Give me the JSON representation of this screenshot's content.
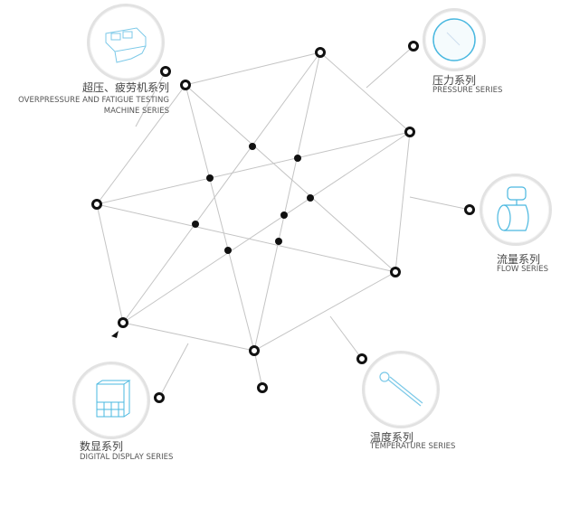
{
  "categories": [
    {
      "id": "machine",
      "cn": "超压、疲劳机系列",
      "en1": "OVERPRESSURE AND FATIGUE TESTING",
      "en2": "MACHINE SERIES",
      "icon": "test-machine-icon"
    },
    {
      "id": "pressure",
      "cn": "压力系列",
      "en1": "PRESSURE SERIES",
      "icon": "pressure-gauge-icon"
    },
    {
      "id": "flow",
      "cn": "流量系列",
      "en1": "FLOW SERIES",
      "icon": "flowmeter-icon"
    },
    {
      "id": "digital",
      "cn": "数显系列",
      "en1": "DIGITAL DISPLAY SERIES",
      "icon": "digital-display-icon"
    },
    {
      "id": "temperature",
      "cn": "温度系列",
      "en1": "TEMPERATURE SERIES",
      "icon": "thermometer-icon"
    }
  ],
  "colors": {
    "accent": "#4ab8e0",
    "line": "#bbbbbb",
    "node": "#111111"
  }
}
